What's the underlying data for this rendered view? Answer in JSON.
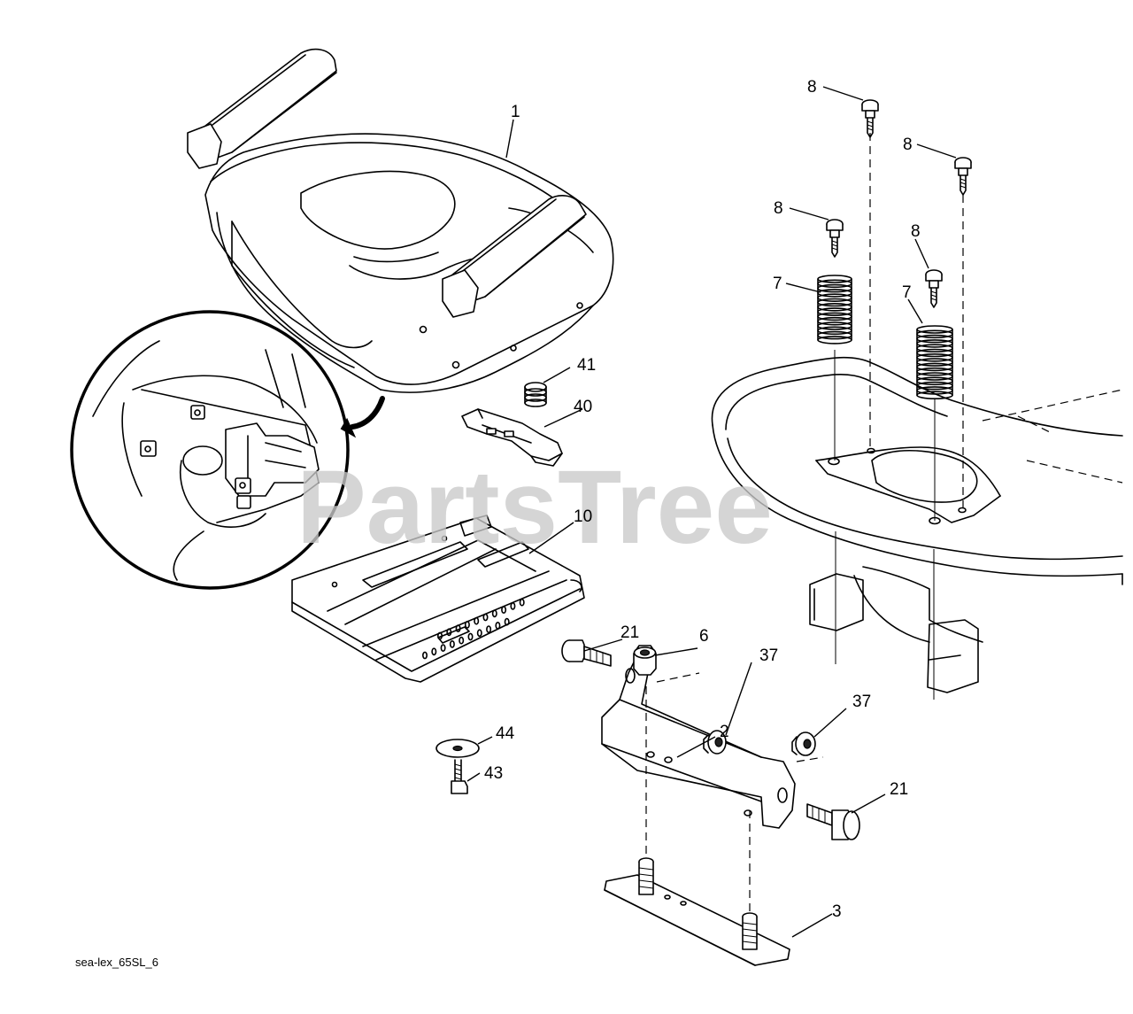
{
  "diagram": {
    "watermark": "PartsTree",
    "footer_code": "sea-lex_65SL_6",
    "parts": [
      {
        "id": "seat",
        "label": "1"
      },
      {
        "id": "seat-bracket",
        "label": "2"
      },
      {
        "id": "pivot-plate",
        "label": "3"
      },
      {
        "id": "nut",
        "label": "6"
      },
      {
        "id": "spring",
        "label": "7"
      },
      {
        "id": "screw",
        "label": "8"
      },
      {
        "id": "seat-pan",
        "label": "10"
      },
      {
        "id": "bolt",
        "label": "21"
      },
      {
        "id": "nut-lock",
        "label": "37"
      },
      {
        "id": "bracket-switch",
        "label": "40"
      },
      {
        "id": "spring-compression",
        "label": "41"
      },
      {
        "id": "bolt-small",
        "label": "43"
      },
      {
        "id": "washer",
        "label": "44"
      }
    ]
  }
}
